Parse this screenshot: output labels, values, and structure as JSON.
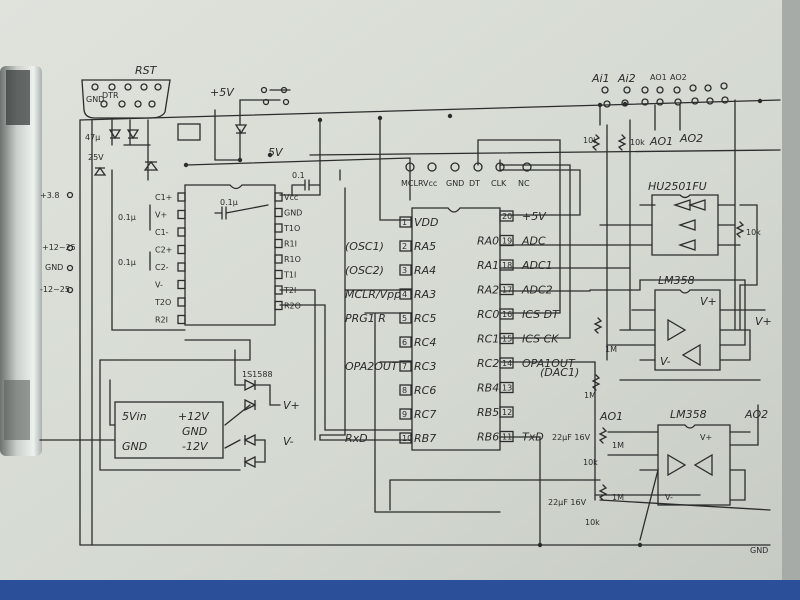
{
  "serial_connector": {
    "rst": "RST",
    "gnd": "GND",
    "dtr": "DTR"
  },
  "power_labels": {
    "plus5v_top": "+5V",
    "plus5v": "5V",
    "c47": "47μ",
    "c25": "25V",
    "plus3_8": "+3.8",
    "plus12": "+12~25",
    "gnd": "GND",
    "minus12": "-12~25"
  },
  "max232": {
    "left_pins": [
      "C1+",
      "V+",
      "C1-",
      "C2+",
      "C2-",
      "V-",
      "T2O",
      "R2I"
    ],
    "right_pins": [
      "Vcc",
      "GND",
      "T1O",
      "R1I",
      "R1O",
      "T1I",
      "T2I",
      "R2O"
    ],
    "cap1": "0.1μ",
    "cap2": "0.1μ",
    "cap3": "0.1μ",
    "cap4": "0.1"
  },
  "icsp": {
    "pins": [
      "MCLR",
      "Vcc",
      "GND",
      "DT",
      "CLK",
      "NC"
    ]
  },
  "pic": {
    "left_pins": [
      {
        "num": "1",
        "name": "VDD",
        "note": ""
      },
      {
        "num": "2",
        "name": "RA5",
        "note": "(OSC1)"
      },
      {
        "num": "3",
        "name": "RA4",
        "note": "(OSC2)"
      },
      {
        "num": "4",
        "name": "RA3",
        "note": "MCLR/Vpp"
      },
      {
        "num": "5",
        "name": "RC5",
        "note": "PRG1 R"
      },
      {
        "num": "6",
        "name": "RC4",
        "note": ""
      },
      {
        "num": "7",
        "name": "RC3",
        "note": "OPA2OUT"
      },
      {
        "num": "8",
        "name": "RC6",
        "note": ""
      },
      {
        "num": "9",
        "name": "RC7",
        "note": ""
      },
      {
        "num": "10",
        "name": "RB7",
        "note": "RxD"
      }
    ],
    "right_pins": [
      {
        "num": "20",
        "name": "",
        "note": "+5V"
      },
      {
        "num": "19",
        "name": "RA0",
        "note": "ADC"
      },
      {
        "num": "18",
        "name": "RA1",
        "note": "ADC1"
      },
      {
        "num": "17",
        "name": "RA2",
        "note": "ADC2"
      },
      {
        "num": "16",
        "name": "RC0",
        "note": "ICS DT"
      },
      {
        "num": "15",
        "name": "RC1",
        "note": "ICS CK"
      },
      {
        "num": "14",
        "name": "RC2",
        "note": "OPA1OUT"
      },
      {
        "num": "13",
        "name": "RB4",
        "note": ""
      },
      {
        "num": "12",
        "name": "RB5",
        "note": ""
      },
      {
        "num": "11",
        "name": "RB6",
        "note": "TxD"
      }
    ],
    "dac_note": "(DAC1)"
  },
  "power_module": {
    "vin": "5Vin",
    "gnd": "GND",
    "plus12": "+12V",
    "gnd_out": "GND",
    "minus12": "-12V",
    "diode": "1S1588",
    "vplus": "V+",
    "vminus": "V-"
  },
  "analog": {
    "header_labels": [
      "Ai1",
      "Ai2",
      "AO1",
      "AO2"
    ],
    "ao1": "AO1",
    "ao2": "AO2",
    "r10k_a": "10k",
    "r10k_b": "10k",
    "r10k_c": "10k",
    "hu": "HU2501FU",
    "lm358_a": "LM358",
    "lm358_b": "LM358",
    "vplus": "V+",
    "vplus2": "V+",
    "vminus": "V-",
    "vminus2": "V-",
    "r1m_a": "1M",
    "r1m_b": "1M",
    "r1m_c": "1M",
    "r1m_d": "1M",
    "r10k_d": "10k",
    "r10k_e": "10k",
    "cap_a": "22μF 16V",
    "cap_b": "22μF 16V",
    "ao1_b": "AO1",
    "ao2_b": "AO2",
    "gnd": "GND"
  }
}
